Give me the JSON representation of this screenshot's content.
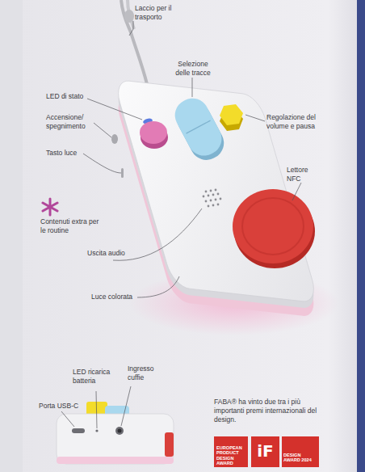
{
  "diagram": {
    "labels": [
      "Laccio per il trasporto",
      "Selezione delle tracce",
      "LED di stato",
      "Accensione/ spegnimento",
      "Regolazione del volume e pausa",
      "Tasto luce",
      "Lettore NFC",
      "Contenuti extra per le routine",
      "Uscita audio",
      "Luce colorata",
      "LED ricarica batteria",
      "Ingresso cuffie",
      "Porta USB-C",
      "FABA® ha vinto due tra i più importanti premi internazionali del design.",
      "EUROPEAN PRODUCT DESIGN AWARD",
      "iF",
      "DESIGN AWARD 2024"
    ]
  }
}
